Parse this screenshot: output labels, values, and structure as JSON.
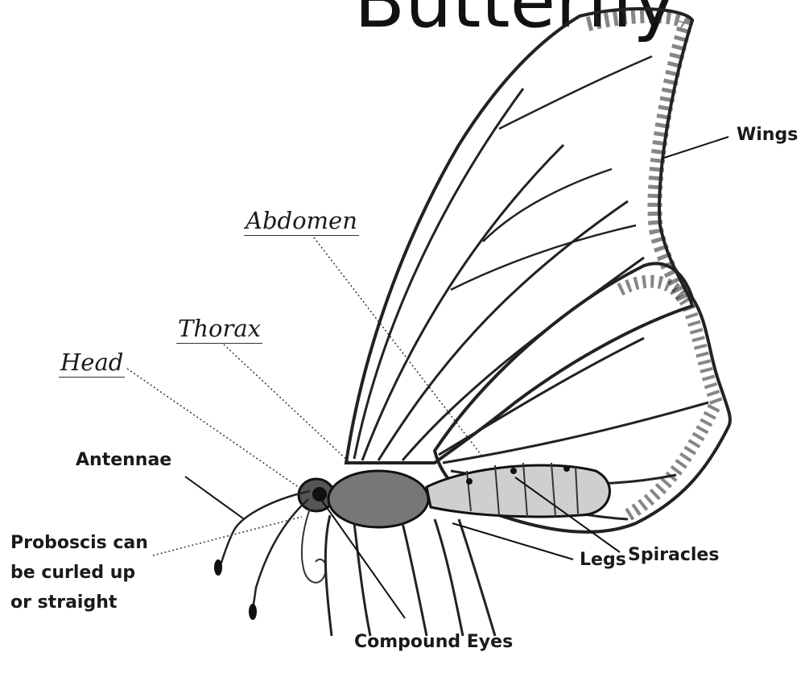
{
  "title": "Butterfly",
  "labels": {
    "wings": "Wings",
    "abdomen": "Abdomen",
    "thorax": "Thorax",
    "head": "Head",
    "antennae": "Antennae",
    "proboscis_line1": "Proboscis can",
    "proboscis_line2": "be curled up",
    "proboscis_line3": "or straight",
    "spiracles": "Spiracles",
    "legs": "Legs",
    "compound_eyes": "Compound Eyes"
  },
  "colors": {
    "ink": "#1a1a1a",
    "background": "#ffffff"
  }
}
